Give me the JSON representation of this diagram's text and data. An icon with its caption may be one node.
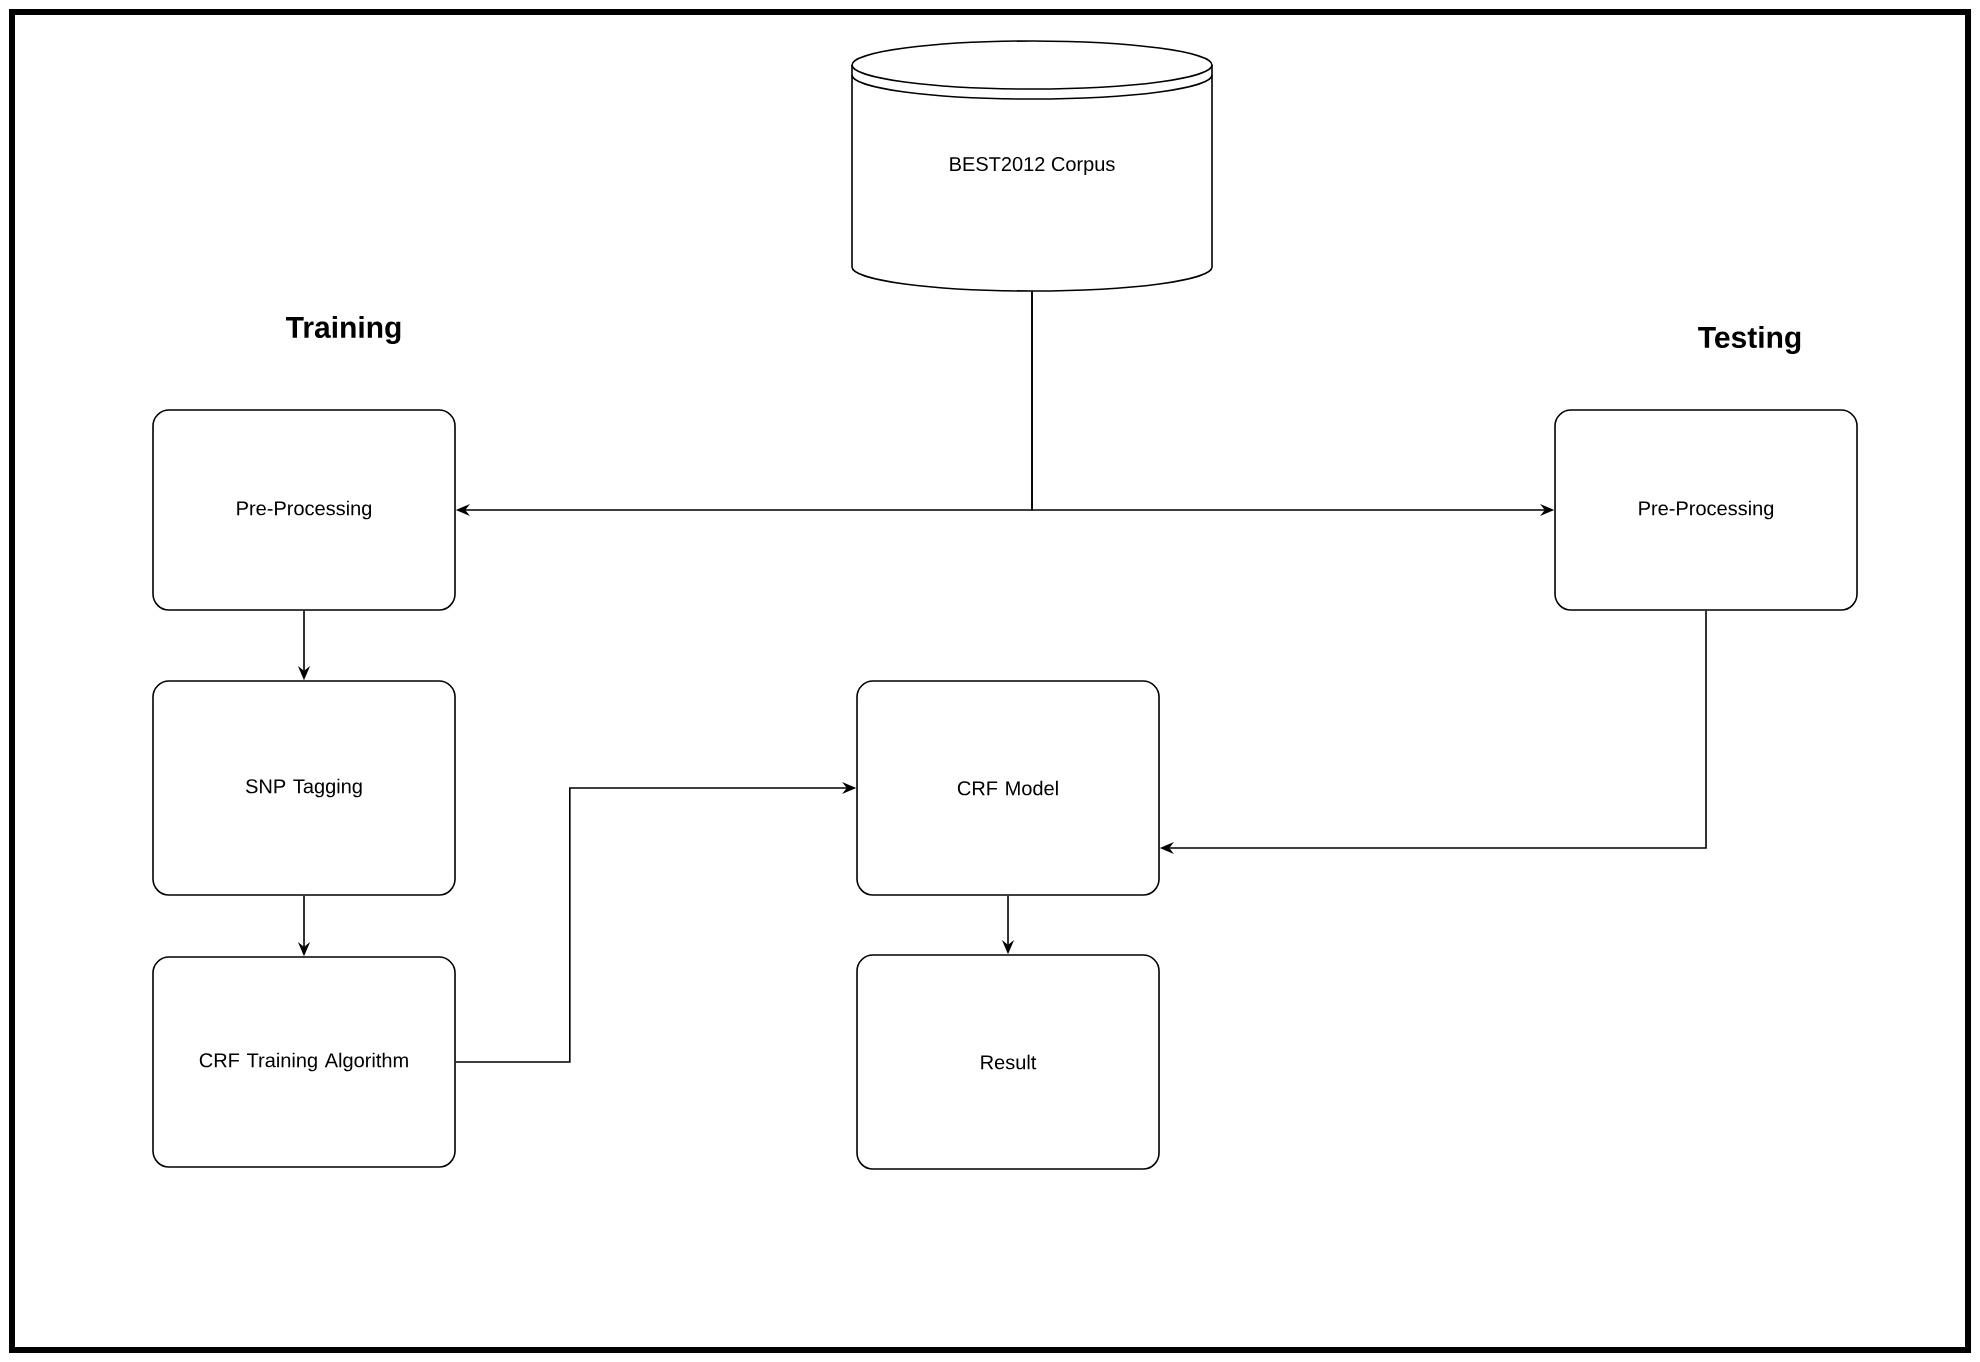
{
  "diagram": {
    "nodes": [
      {
        "text": [
          "BEST2012 Corpus"
        ]
      },
      {
        "text": [
          "Pre-Processing"
        ]
      },
      {
        "text": [
          "Pre-Processing"
        ]
      },
      {
        "text": [
          "SNP Tagging"
        ]
      },
      {
        "text": [
          "CRF Model"
        ]
      },
      {
        "text": [
          "CRF Training Algorithm"
        ]
      },
      {
        "text": [
          "Result"
        ]
      }
    ],
    "edges": [
      {
        "from": 0,
        "to": 1,
        "arrow": "to"
      },
      {
        "from": 0,
        "to": 2,
        "arrow": "to"
      },
      {
        "from": 1,
        "to": 3,
        "arrow": "to"
      },
      {
        "from": 3,
        "to": 5,
        "arrow": "to"
      },
      {
        "from": 5,
        "to": 4,
        "arrow": "to"
      },
      {
        "from": 2,
        "to": 4,
        "arrow": "to"
      },
      {
        "from": 4,
        "to": 6,
        "arrow": "to"
      }
    ],
    "labels": [
      "Training",
      "Testing"
    ]
  }
}
